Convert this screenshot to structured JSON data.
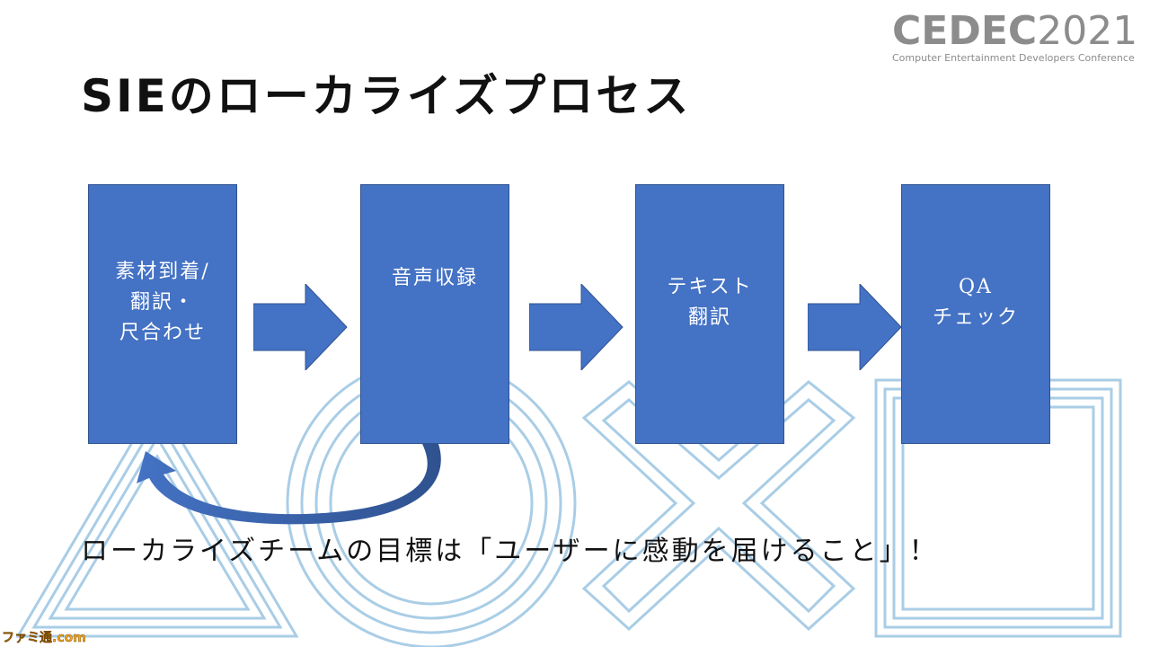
{
  "logo": {
    "main_bold": "CEDEC",
    "main_light": "2021",
    "subtitle": "Computer Entertainment Developers Conference"
  },
  "title": "SIEのローカライズプロセス",
  "steps": [
    {
      "label": "素材到着/\n翻訳・\n尺合わせ"
    },
    {
      "label": "音声収録"
    },
    {
      "label": "テキスト\n翻訳"
    },
    {
      "label": "QA\nチェック"
    }
  ],
  "goal": "ローカライズチームの目標は「ユーザーに感動を届けること」！",
  "watermark": "ファミ通.com",
  "colors": {
    "box_fill": "#4472c4",
    "arrow_fill": "#4472c4",
    "shape_outline": "#a9cde6",
    "logo_gray": "#8c8c8c"
  },
  "icons": [
    "triangle-shape",
    "circle-shape",
    "cross-shape",
    "square-shape",
    "right-arrow-icon",
    "curved-return-arrow-icon"
  ]
}
